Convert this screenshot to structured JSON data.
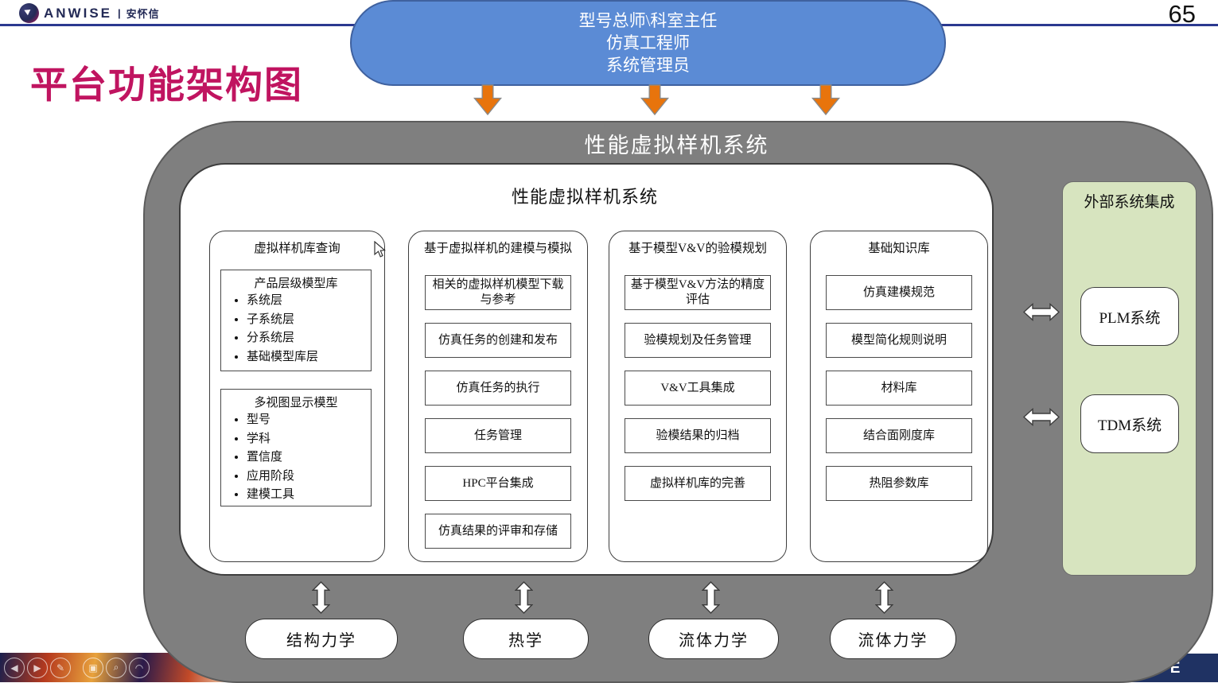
{
  "page": {
    "number": "65"
  },
  "brand": {
    "name": "ANWISE",
    "separator": "|",
    "cn": "安怀信"
  },
  "slide_title": "平台功能架构图",
  "roles_banner": {
    "line1": "型号总师\\科室主任",
    "line2": "仿真工程师",
    "line3": "系统管理员"
  },
  "system": {
    "outer_title": "性能虚拟样机系统",
    "inner_title": "性能虚拟样机系统",
    "columns": [
      {
        "header": "虚拟样机库查询",
        "groups": [
          {
            "title": "产品层级模型库",
            "bullets": [
              "系统层",
              "子系统层",
              "分系统层",
              "基础模型库层"
            ]
          },
          {
            "title": "多视图显示模型",
            "bullets": [
              "型号",
              "学科",
              "置信度",
              "应用阶段",
              "建模工具"
            ]
          }
        ]
      },
      {
        "header": "基于虚拟样机的建模与模拟",
        "items": [
          "相关的虚拟样机模型下载与参考",
          "仿真任务的创建和发布",
          "仿真任务的执行",
          "任务管理",
          "HPC平台集成",
          "仿真结果的评审和存储"
        ]
      },
      {
        "header": "基于模型V&V的验模规划",
        "items": [
          "基于模型V&V方法的精度评估",
          "验模规划及任务管理",
          "V&V工具集成",
          "验模结果的归档",
          "虚拟样机库的完善"
        ]
      },
      {
        "header": "基础知识库",
        "items": [
          "仿真建模规范",
          "模型简化规则说明",
          "材料库",
          "结合面刚度库",
          "热阻参数库"
        ]
      }
    ]
  },
  "external": {
    "title": "外部系统集成",
    "systems": [
      "PLM系统",
      "TDM系统"
    ]
  },
  "solvers": [
    "结构力学",
    "热学",
    "流体力学",
    "流体力学"
  ],
  "footer": {
    "watermark": "GE",
    "controls": [
      "◀",
      "▶",
      "✎",
      "▣",
      "⌕",
      "◠"
    ]
  },
  "colors": {
    "accent_magenta": "#C01460",
    "banner_blue": "#5B8BD5",
    "arrow_orange": "#E8740C",
    "container_gray": "#7F7F7F",
    "panel_green": "#D7E4BF",
    "line_navy": "#2B3990"
  }
}
